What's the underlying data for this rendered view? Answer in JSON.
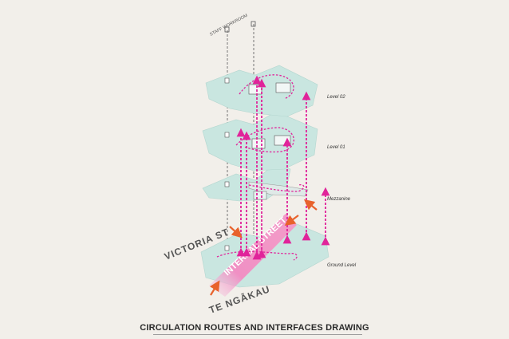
{
  "diagram": {
    "top_label": "STAFF WORKROOM",
    "levels": [
      "Level 02",
      "Level 01",
      "Mezzanine",
      "Ground Level"
    ],
    "streets": [
      "VICTORIA ST",
      "TE NGĀKAU"
    ],
    "band_label": "INTERNAL STREET",
    "caption": "CIRCULATION ROUTES AND INTERFACES DRAWING"
  },
  "colors": {
    "background": "#f2efea",
    "floor": "#c9e6e0",
    "route": "#e0249a",
    "arrow": "#e8622c",
    "street_band": "#f39dc9"
  }
}
